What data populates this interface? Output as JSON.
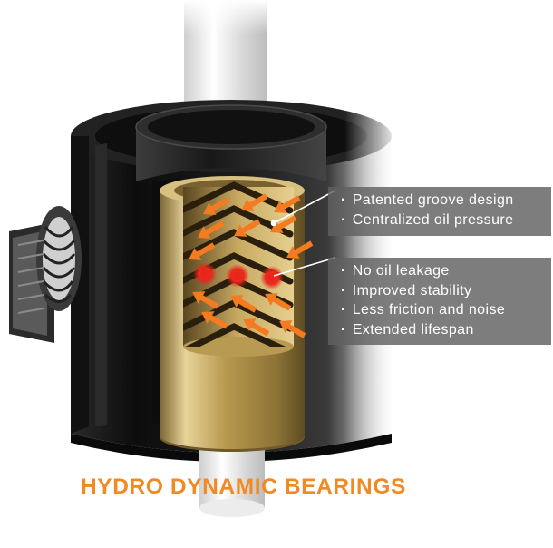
{
  "colors": {
    "accent": "#f28a24",
    "arrow": "#f47b20",
    "brass": "#c9a95c",
    "housing": "#1a1a1a",
    "callout_bg": "#606060",
    "hotspot": "#e8261b"
  },
  "icons": {
    "arrow": "flow-arrow-icon",
    "hotspot": "pressure-point-icon"
  },
  "callouts": {
    "top": {
      "items": [
        "Patented groove design",
        "Centralized oil pressure"
      ]
    },
    "bottom": {
      "items": [
        "No oil leakage",
        "Improved stability",
        "Less friction and noise",
        "Extended lifespan"
      ]
    }
  },
  "caption": "HYDRO DYNAMIC BEARINGS"
}
